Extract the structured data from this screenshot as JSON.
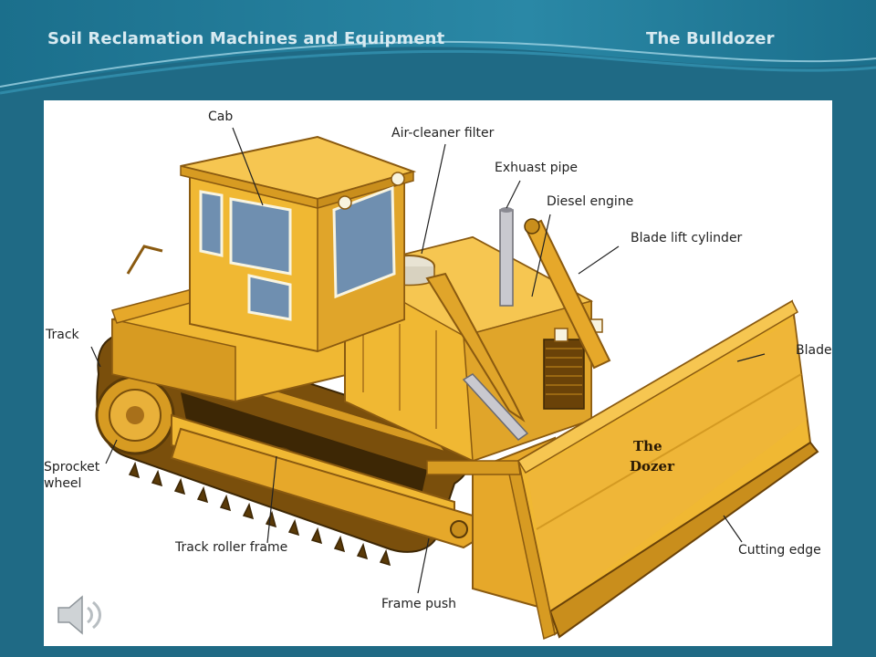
{
  "slide": {
    "title_left": "Soil Reclamation Machines and Equipment",
    "title_right": "The Bulldozer"
  },
  "diagram": {
    "labels": {
      "cab": "Cab",
      "air_cleaner_filter": "Air-cleaner filter",
      "exhaust_pipe": "Exhuast pipe",
      "diesel_engine": "Diesel engine",
      "blade_lift_cylinder": "Blade lift cylinder",
      "track": "Track",
      "blade": "Blade",
      "sprocket_wheel_line1": "Sprocket",
      "sprocket_wheel_line2": "wheel",
      "track_roller_frame": "Track roller frame",
      "cutting_edge": "Cutting edge",
      "frame_push": "Frame push"
    },
    "blade_text_line1": "The",
    "blade_text_line2": "Dozer"
  },
  "icons": {
    "speaker": "speaker-icon"
  },
  "colors": {
    "background": "#1f6a85",
    "machine_yellow": "#f0b833",
    "machine_shadow": "#c98e1c",
    "track_dark": "#8a5a10"
  }
}
